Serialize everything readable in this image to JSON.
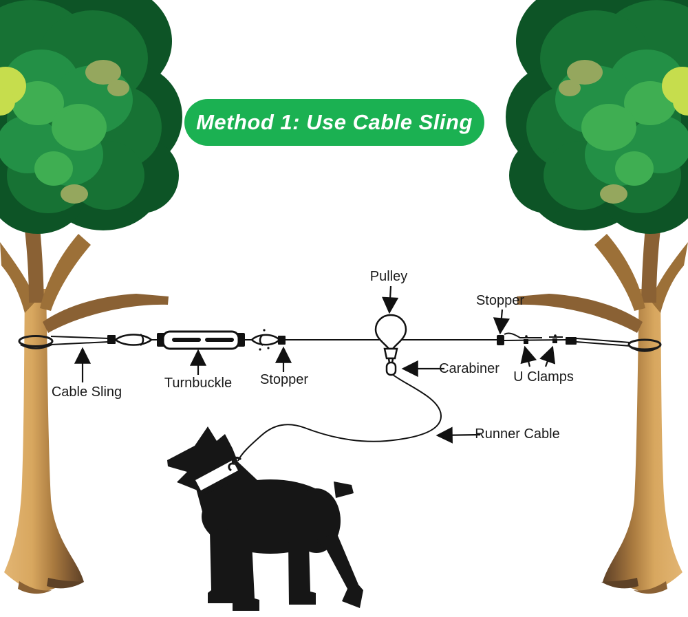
{
  "banner": {
    "title": "Method 1: Use Cable Sling",
    "bg_color": "#1bb152",
    "text_color": "#ffffff"
  },
  "labels": {
    "pulley": "Pulley",
    "stopper_right": "Stopper",
    "cable_sling": "Cable Sling",
    "turnbuckle": "Turnbuckle",
    "stopper_left": "Stopper",
    "carabiner": "Carabiner",
    "u_clamps": "U Clamps",
    "runner_cable": "Runner Cable"
  },
  "colors": {
    "banner_green": "#1bb152",
    "label_text": "#1a1a1a",
    "cable_black": "#111111",
    "dog_black": "#161616",
    "foliage_dark": "#0d5426",
    "foliage_mid": "#177234",
    "foliage_bright": "#239046",
    "foliage_light": "#3fae52",
    "foliage_olive": "#95a75e",
    "foliage_highlight": "#c6dd4d",
    "trunk_light": "#e2b573",
    "trunk_mid": "#c89655",
    "trunk_dark": "#8a6134",
    "trunk_deep": "#5d4126"
  }
}
